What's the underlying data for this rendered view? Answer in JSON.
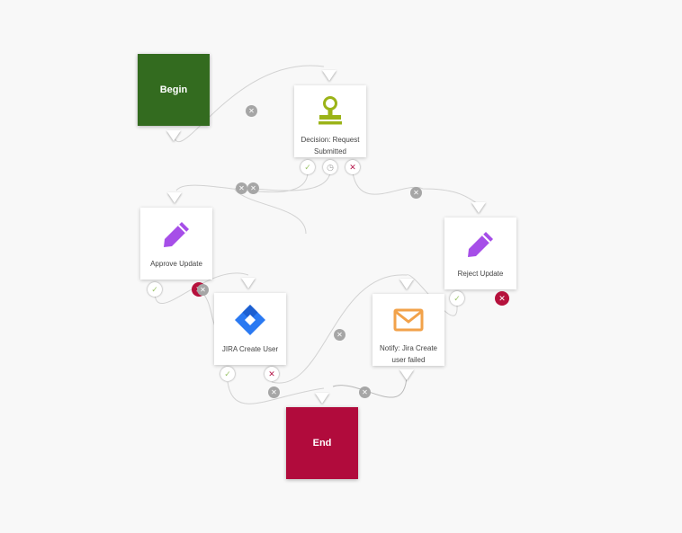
{
  "colors": {
    "begin": "#336b1f",
    "end": "#b10b3c",
    "decision_icon": "#9bb318",
    "edit_icon": "#a64ee8",
    "jira_icon": "#2a79f2",
    "mail_icon": "#f2a24a",
    "edge": "#cfcfcf"
  },
  "begin": {
    "label": "Begin"
  },
  "end": {
    "label": "End"
  },
  "nodes": {
    "decision": {
      "label": "Decision: Request Submitted",
      "icon": "stamp-icon"
    },
    "approve": {
      "label": "Approve Update",
      "icon": "pencil-icon"
    },
    "reject": {
      "label": "Reject Update",
      "icon": "pencil-icon"
    },
    "jira": {
      "label": "JIRA Create User",
      "icon": "jira-icon"
    },
    "notify": {
      "label": "Notify: Jira Create user failed",
      "icon": "envelope-icon"
    }
  },
  "glyphs": {
    "check": "✓",
    "cross": "✕",
    "clock": "◷",
    "delete": "✕"
  }
}
